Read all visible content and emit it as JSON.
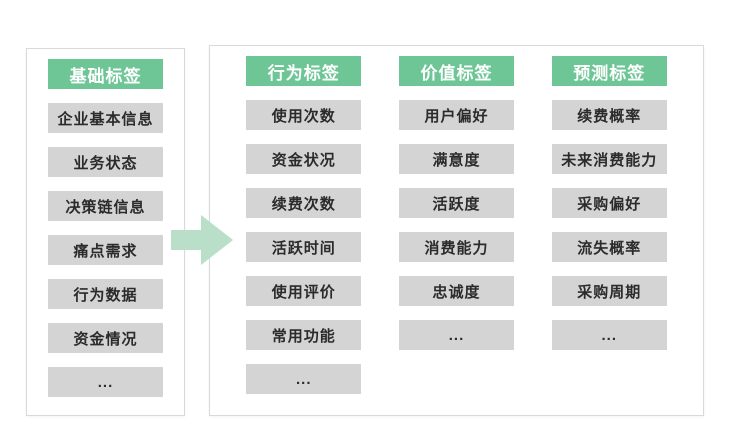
{
  "colors": {
    "header_bg": "#6ec696",
    "header_text": "#ffffff",
    "item_bg": "#d4d4d4",
    "item_text": "#2b2b2b",
    "panel_border": "#d9d9d9",
    "arrow": "#b9dfc9",
    "background": "#ffffff"
  },
  "arrow_icon": "right-block-arrow",
  "panels": {
    "base": {
      "header": "基础标签",
      "items": [
        "企业基本信息",
        "业务状态",
        "决策链信息",
        "痛点需求",
        "行为数据",
        "资金情况",
        "..."
      ]
    },
    "derived": {
      "columns": [
        {
          "header": "行为标签",
          "items": [
            "使用次数",
            "资金状况",
            "续费次数",
            "活跃时间",
            "使用评价",
            "常用功能",
            "..."
          ]
        },
        {
          "header": "价值标签",
          "items": [
            "用户偏好",
            "满意度",
            "活跃度",
            "消费能力",
            "忠诚度",
            "..."
          ]
        },
        {
          "header": "预测标签",
          "items": [
            "续费概率",
            "未来消费能力",
            "采购偏好",
            "流失概率",
            "采购周期",
            "..."
          ]
        }
      ]
    }
  }
}
